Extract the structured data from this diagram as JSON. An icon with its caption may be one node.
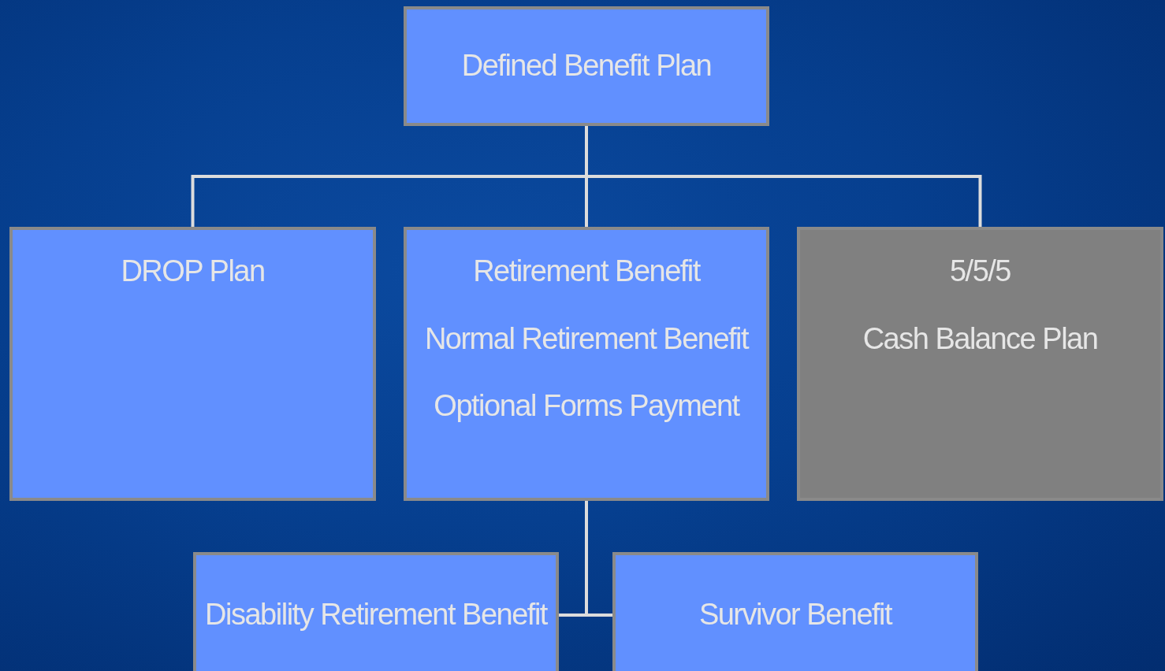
{
  "diagram": {
    "nodes": [
      {
        "text": [
          "Defined Benefit Plan"
        ]
      },
      {
        "text": [
          "DROP Plan"
        ]
      },
      {
        "text": [
          "Retirement Benefit",
          "Normal Retirement Benefit",
          "Optional Forms Payment"
        ]
      },
      {
        "text": [
          "5/5/5",
          "Cash Balance Plan"
        ]
      },
      {
        "text": [
          "Disability Retirement Benefit"
        ]
      },
      {
        "text": [
          "Survivor Benefit"
        ]
      }
    ],
    "edges": [
      {
        "from": 0,
        "to": 1,
        "arrow": "none"
      },
      {
        "from": 0,
        "to": 2,
        "arrow": "none"
      },
      {
        "from": 0,
        "to": 3,
        "arrow": "none"
      },
      {
        "from": 2,
        "to": 4,
        "arrow": "none"
      },
      {
        "from": 2,
        "to": 5,
        "arrow": "none"
      }
    ]
  }
}
